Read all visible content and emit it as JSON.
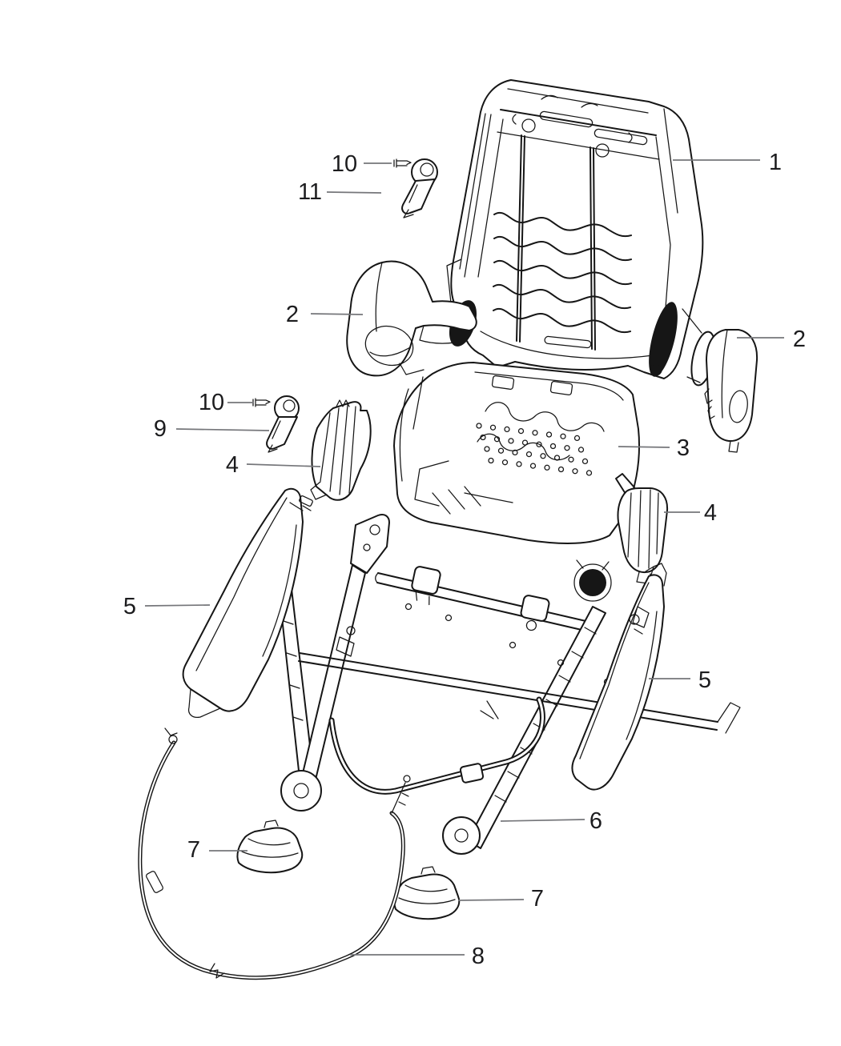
{
  "diagram": {
    "description": "Exploded parts diagram of a vehicle front seat: seat back frame, recliner shields, cushion pan, inner shields, track shields, seat adjuster assembly, track end covers, release cable, handles and screws",
    "line_color": "#161616",
    "leader_color": "#75767a",
    "label_color": "#1c1c1e",
    "callouts": [
      {
        "id": "1",
        "label": "1",
        "part": "seat-back-frame",
        "text": [
          928,
          196
        ],
        "leader": [
          [
            800,
            184
          ],
          [
            909,
            184
          ]
        ]
      },
      {
        "id": "2-left",
        "label": "2",
        "part": "recliner-shield-left",
        "text": [
          325,
          386
        ],
        "leader": [
          [
            348,
            376
          ],
          [
            413,
            377
          ]
        ]
      },
      {
        "id": "2-right",
        "label": "2",
        "part": "recliner-shield-right",
        "text": [
          958,
          417
        ],
        "leader": [
          [
            880,
            406
          ],
          [
            939,
            406
          ]
        ]
      },
      {
        "id": "3",
        "label": "3",
        "part": "cushion-pan",
        "text": [
          813,
          553
        ],
        "leader": [
          [
            732,
            542
          ],
          [
            796,
            543
          ]
        ]
      },
      {
        "id": "4-left",
        "label": "4",
        "part": "inner-shield-left",
        "text": [
          250,
          574
        ],
        "leader": [
          [
            268,
            564
          ],
          [
            360,
            567
          ]
        ]
      },
      {
        "id": "4-right",
        "label": "4",
        "part": "inner-shield-right",
        "text": [
          847,
          634
        ],
        "leader": [
          [
            789,
            624
          ],
          [
            834,
            624
          ]
        ]
      },
      {
        "id": "5-left",
        "label": "5",
        "part": "track-shield-left",
        "text": [
          122,
          751
        ],
        "leader": [
          [
            141,
            741
          ],
          [
            222,
            740
          ]
        ]
      },
      {
        "id": "5-right",
        "label": "5",
        "part": "track-shield-right",
        "text": [
          840,
          843
        ],
        "leader": [
          [
            770,
            832
          ],
          [
            822,
            832
          ]
        ]
      },
      {
        "id": "6",
        "label": "6",
        "part": "seat-adjuster",
        "text": [
          704,
          1019
        ],
        "leader": [
          [
            585,
            1010
          ],
          [
            690,
            1008
          ]
        ]
      },
      {
        "id": "7-left",
        "label": "7",
        "part": "track-cover-left",
        "text": [
          202,
          1055
        ],
        "leader": [
          [
            221,
            1047
          ],
          [
            269,
            1047
          ]
        ]
      },
      {
        "id": "7-right",
        "label": "7",
        "part": "track-cover-right",
        "text": [
          631,
          1116
        ],
        "leader": [
          [
            532,
            1109
          ],
          [
            614,
            1108
          ]
        ]
      },
      {
        "id": "8",
        "label": "8",
        "part": "release-cable",
        "text": [
          557,
          1188
        ],
        "leader": [
          [
            397,
            1177
          ],
          [
            540,
            1177
          ]
        ]
      },
      {
        "id": "9",
        "label": "9",
        "part": "recliner-handle",
        "text": [
          160,
          529
        ],
        "leader": [
          [
            180,
            520
          ],
          [
            296,
            522
          ]
        ]
      },
      {
        "id": "10-upper",
        "label": "10",
        "part": "screw-upper",
        "text": [
          390,
          198
        ],
        "leader": [
          [
            414,
            188
          ],
          [
            449,
            188
          ]
        ]
      },
      {
        "id": "10-lower",
        "label": "10",
        "part": "screw-lower",
        "text": [
          224,
          496
        ],
        "leader": [
          [
            244,
            487
          ],
          [
            277,
            487
          ]
        ]
      },
      {
        "id": "11",
        "label": "11",
        "part": "lever-handle",
        "text": [
          347,
          233
        ],
        "leader": [
          [
            368,
            224
          ],
          [
            436,
            225
          ]
        ]
      }
    ]
  }
}
